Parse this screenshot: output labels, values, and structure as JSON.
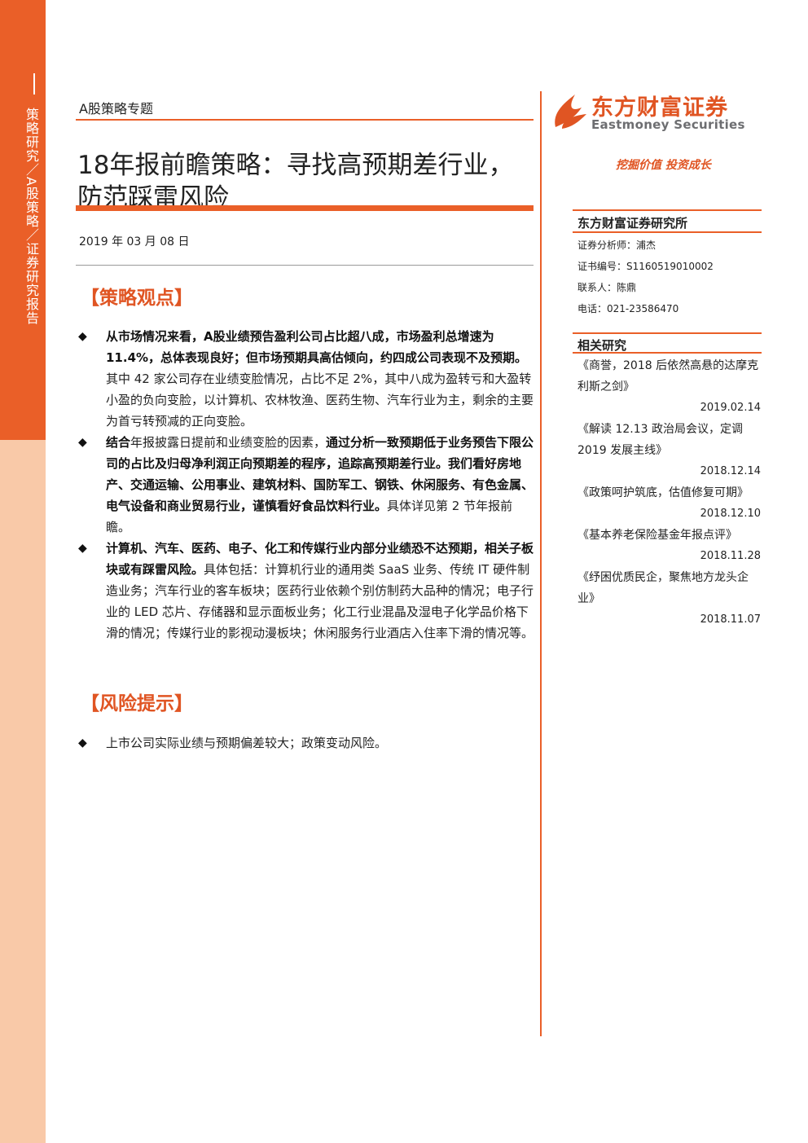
{
  "sidebar": {
    "vertical_label": "策略研究／A股策略／证券研究报告"
  },
  "header": {
    "report_type": "A股策略专题",
    "title": "18年报前瞻策略：寻找高预期差行业，防范踩雷风险",
    "date": "2019 年 03 月 08 日"
  },
  "brand": {
    "name_cn": "东方财富证券",
    "name_en": "Eastmoney Securities",
    "slogan": "挖掘价值  投资成长",
    "accent_color": "#ea5f28"
  },
  "institute": {
    "name": "东方财富证券研究所",
    "analyst": "证券分析师：浦杰",
    "cert": "证书编号：S1160519010002",
    "contact": "联系人：陈鼎",
    "phone": "电话：021-23586470"
  },
  "related": {
    "title": "相关研究",
    "items": [
      {
        "title": "《商誉，2018 后依然高悬的达摩克利斯之剑》",
        "date": "2019.02.14"
      },
      {
        "title": "《解读 12.13 政治局会议，定调 2019 发展主线》",
        "date": "2018.12.14"
      },
      {
        "title": "《政策呵护筑底，估值修复可期》",
        "date": "2018.12.10"
      },
      {
        "title": "《基本养老保险基金年报点评》",
        "date": "2018.11.28"
      },
      {
        "title": "《纾困优质民企，聚焦地方龙头企业》",
        "date": "2018.11.07"
      }
    ]
  },
  "strategy": {
    "heading": "【策略观点】",
    "bullets": [
      {
        "bold": "从市场情况来看，A股业绩预告盈利公司占比超八成，市场盈利总增速为 11.4%，总体表现良好；但市场预期具高估倾向，约四成公司表现不及预期。",
        "text": "其中 42 家公司存在业绩变脸情况，占比不足 2%，其中八成为盈转亏和大盈转小盈的负向变脸，以计算机、农林牧渔、医药生物、汽车行业为主，剩余的主要为首亏转预减的正向变脸。"
      },
      {
        "bold1": "结合",
        "text1": "年报披露日提前和业绩变脸的因素，",
        "bold2": "通过分析一致预期低于业务预告下限公司的占比及归母净利润正向预期差的程序，追踪高预期差行业。我们看好房地产、交通运输、公用事业、建筑材料、国防军工、钢铁、休闲服务、有色金属、电气设备和商业贸易行业，谨慎看好食品饮料行业。",
        "text2": "具体详见第 2 节年报前瞻。"
      },
      {
        "bold": "计算机、汽车、医药、电子、化工和传媒行业内部分业绩恐不达预期，相关子板块或有踩雷风险。",
        "text": "具体包括：计算机行业的通用类 SaaS 业务、传统 IT 硬件制造业务；汽车行业的客车板块；医药行业依赖个别仿制药大品种的情况；电子行业的 LED 芯片、存储器和显示面板业务；化工行业混晶及湿电子化学品价格下滑的情况；传媒行业的影视动漫板块；休闲服务行业酒店入住率下滑的情况等。"
      }
    ]
  },
  "risk": {
    "heading": "【风险提示】",
    "bullets": [
      "上市公司实际业绩与预期偏差较大；政策变动风险。"
    ]
  }
}
